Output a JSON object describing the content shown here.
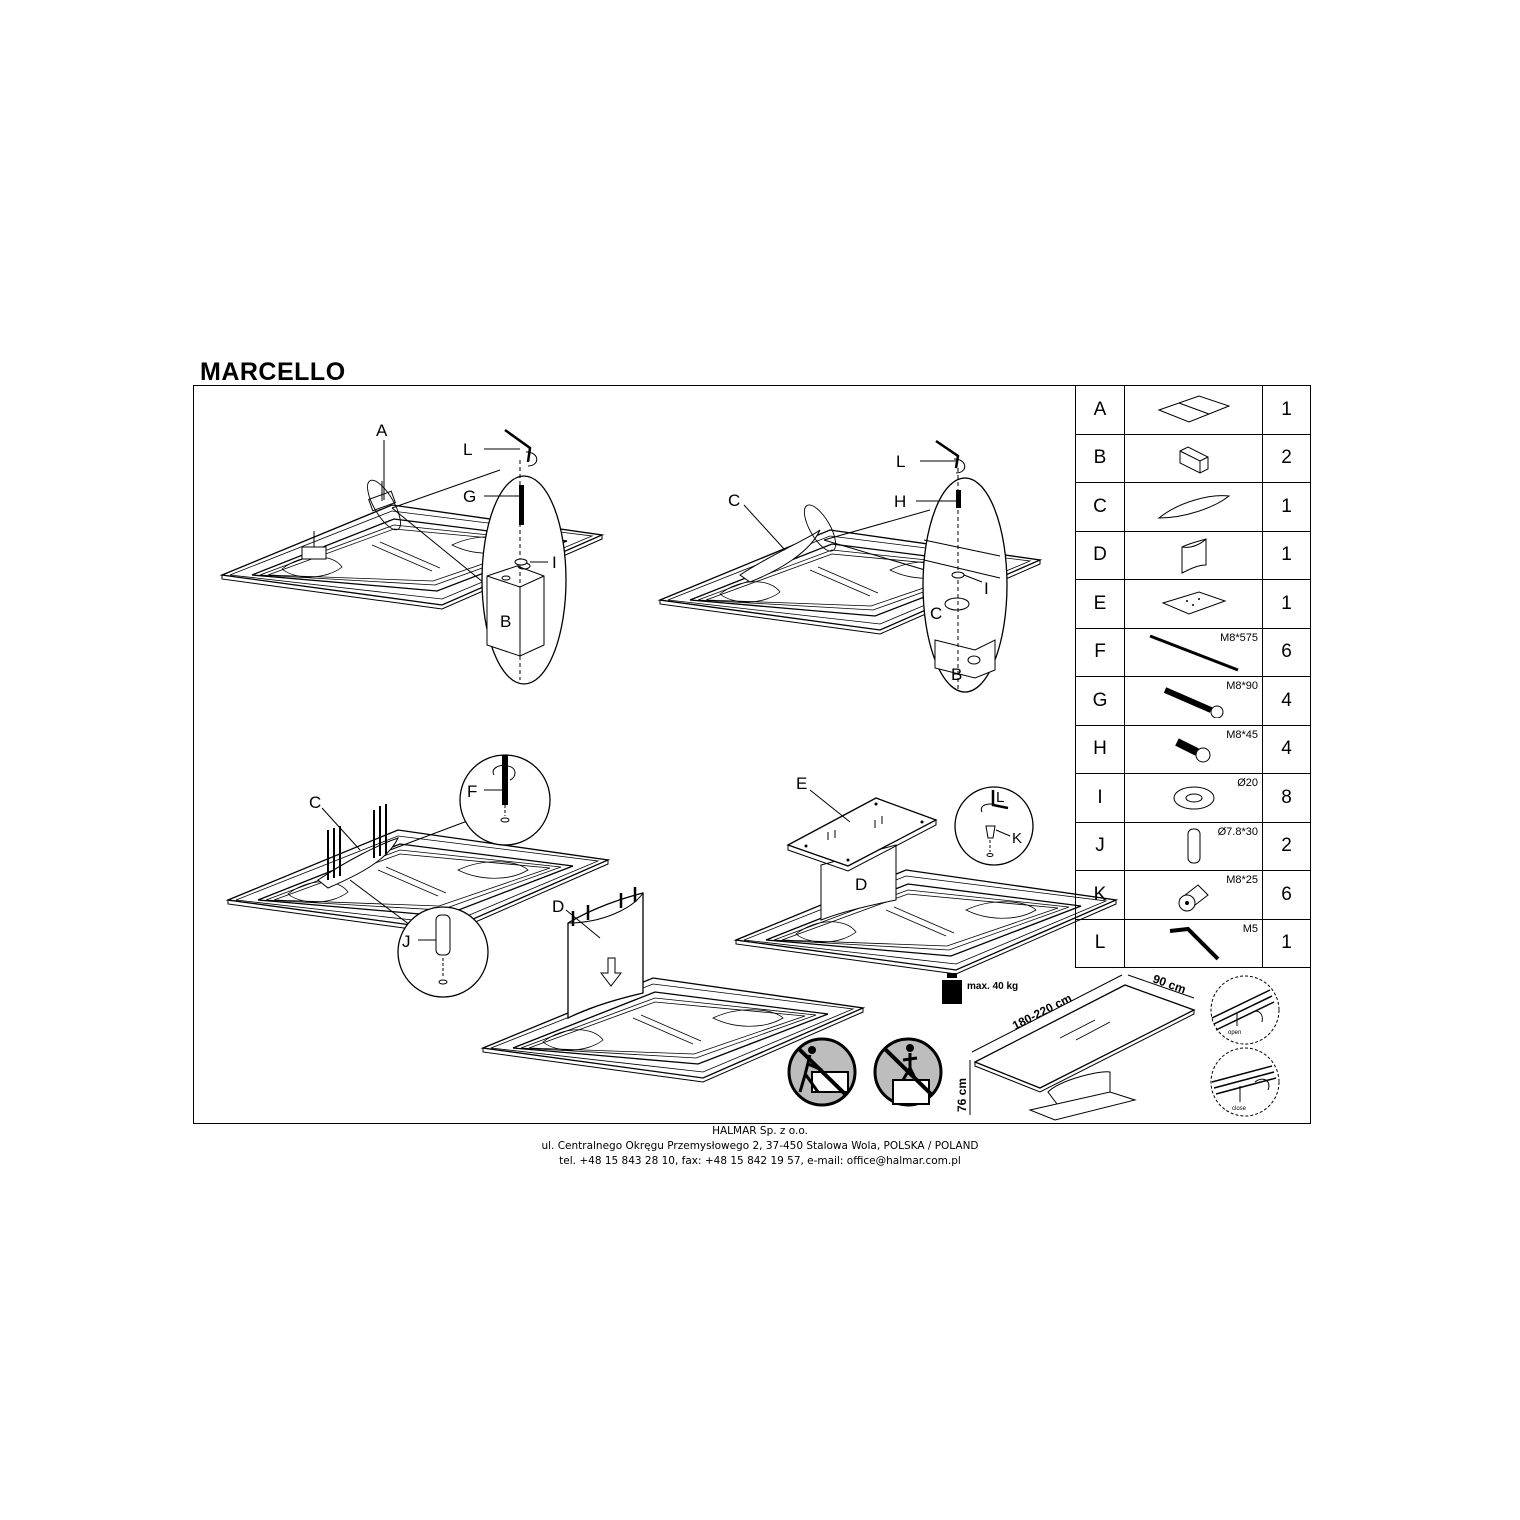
{
  "title": "MARCELLO",
  "parts": [
    {
      "letter": "A",
      "spec": "",
      "qty": "1",
      "icon": "tabletop-icon"
    },
    {
      "letter": "B",
      "spec": "",
      "qty": "2",
      "icon": "block-icon"
    },
    {
      "letter": "C",
      "spec": "",
      "qty": "1",
      "icon": "oval-plate-icon"
    },
    {
      "letter": "D",
      "spec": "",
      "qty": "1",
      "icon": "curved-leg-icon"
    },
    {
      "letter": "E",
      "spec": "",
      "qty": "1",
      "icon": "base-plate-icon"
    },
    {
      "letter": "F",
      "spec": "M8*575",
      "qty": "6",
      "icon": "threaded-rod-icon"
    },
    {
      "letter": "G",
      "spec": "M8*90",
      "qty": "4",
      "icon": "long-bolt-icon"
    },
    {
      "letter": "H",
      "spec": "M8*45",
      "qty": "4",
      "icon": "short-bolt-icon"
    },
    {
      "letter": "I",
      "spec": "Ø20",
      "qty": "8",
      "icon": "washer-icon"
    },
    {
      "letter": "J",
      "spec": "Ø7.8*30",
      "qty": "2",
      "icon": "dowel-icon"
    },
    {
      "letter": "K",
      "spec": "M8*25",
      "qty": "6",
      "icon": "barrel-nut-icon"
    },
    {
      "letter": "L",
      "spec": "M5",
      "qty": "1",
      "icon": "allen-key-icon"
    }
  ],
  "labels": {
    "s1_A": "A",
    "s1_L": "L",
    "s1_G": "G",
    "s1_I": "I",
    "s1_B": "B",
    "s2_C": "C",
    "s2_L": "L",
    "s2_H": "H",
    "s2_I": "I",
    "s2_C2": "C",
    "s2_B": "B",
    "s3_C": "C",
    "s3_F": "F",
    "s3_J": "J",
    "s4_D": "D",
    "s5_E": "E",
    "s5_D": "D",
    "s5_L": "L",
    "s5_K": "K"
  },
  "specs": {
    "max_load": "max. 40 kg",
    "length": "180-220 cm",
    "width": "90 cm",
    "height": "76 cm",
    "open": "open",
    "close": "close"
  },
  "footer": {
    "company": "HALMAR Sp. z o.o.",
    "address": "ul. Centralnego Okręgu Przemysłowego 2, 37-450 Stalowa Wola, POLSKA / POLAND",
    "contact": "tel. +48 15 843 28 10, fax: +48 15 842 19 57, e-mail: office@halmar.com.pl"
  }
}
